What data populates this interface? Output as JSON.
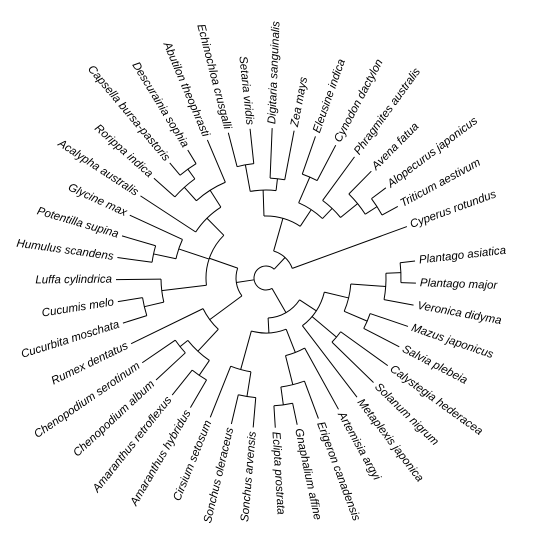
{
  "figure": {
    "type": "circular-dendrogram",
    "line_color": "#000000",
    "background": "#ffffff",
    "taxa": [
      "Plantago asiatica",
      "Plantago major",
      "Veronica didyma",
      "Mazus japonicus",
      "Salvia plebeia",
      "Calystegia hederacea",
      "Solanum nigrum",
      "Metaplexis japonica",
      "Artemisia argyi",
      "Erigeron canadensis",
      "Gnaphalium affine",
      "Eclipta prostrata",
      "Sonchus arvensis",
      "Sonchus oleraceus",
      "Cirsium setosum",
      "Amaranthus hybridus",
      "Amaranthus retroflexus",
      "Chenopodium album",
      "Chenopodium serotinum",
      "Rumex dentatus",
      "Cucurbita moschata",
      "Cucumis melo",
      "Luffa cylindrica",
      "Humulus scandens",
      "Potentilla supina",
      "Glycine max",
      "Acalypha australis",
      "Rorippa indica",
      "Capsella bursa-pastoris",
      "Descurainia sophia",
      "Abutilon theophrasti",
      "Echinochloa crusgalli",
      "Setaria viridis",
      "Digitaria sanguinalis",
      "Zea mays",
      "Eleusine indica",
      "Cynodon dactylon",
      "Phragmites australis",
      "Avena fatua",
      "Alopecurus japonicus",
      "Triticum aestivum",
      "Cyperus rotundus"
    ]
  }
}
